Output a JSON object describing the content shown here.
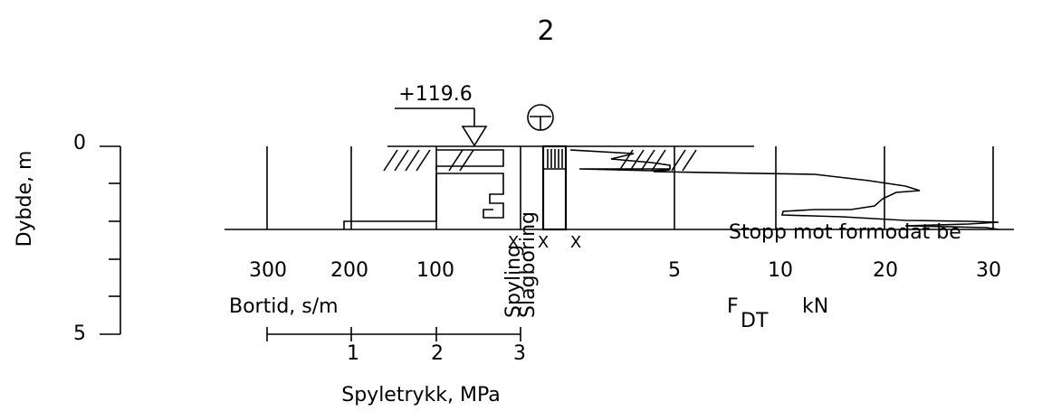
{
  "borehole_number": "2",
  "elevation_label": "+119.6",
  "depth_axis": {
    "label": "Dybde, m",
    "tick_0": "0",
    "tick_5": "5"
  },
  "bortid": {
    "label": "Bortid, s/m",
    "ticks": [
      "300",
      "200",
      "100"
    ]
  },
  "spyletrykk": {
    "label": "Spyletrykk, MPa",
    "ticks": [
      "1",
      "2",
      "3"
    ]
  },
  "method_markers": {
    "spyling": "Spyling",
    "slagboring": "Slagboring",
    "x_mark": "X"
  },
  "force": {
    "label_main": "F",
    "label_sub": "DT",
    "unit": "kN",
    "ticks": [
      "5",
      "10",
      "20",
      "30"
    ]
  },
  "stop_note": "Stopp mot formodat be"
}
